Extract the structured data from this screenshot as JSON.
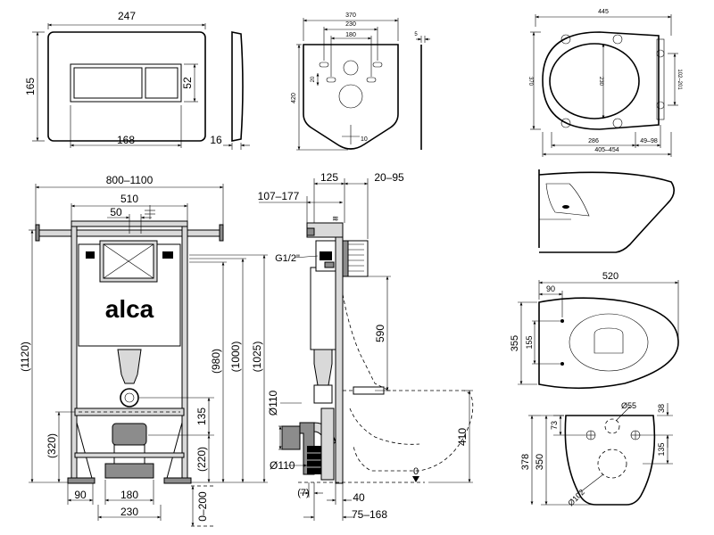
{
  "brand": {
    "logo_text": "alca"
  },
  "flush_plate": {
    "width": "247",
    "height": "165",
    "button_width": "168",
    "button_height": "52",
    "thickness": "16"
  },
  "mount_plate": {
    "width": "370",
    "hole_span": "230",
    "hole_center": "180",
    "height": "420",
    "thickness": "5",
    "small_20": "20",
    "small_10": "10"
  },
  "seat": {
    "width": "445",
    "depth": "370",
    "inner": "230",
    "hinge_span": "286",
    "hinge_range": "49–98",
    "overall_range": "405–454",
    "hinge_depth": "102–201"
  },
  "bowl_top": {
    "length": "520",
    "offset": "90",
    "depth": "355",
    "hole_spacing": "155"
  },
  "bowl_front": {
    "pipe_d": "Ø55",
    "top_offset": "38",
    "v73": "73",
    "v135": "135",
    "v350": "350",
    "v378": "378",
    "outlet_d": "Ø102"
  },
  "frame_front": {
    "width_range": "800–1100",
    "width": "510",
    "top_offset": "50",
    "h1120": "(1120)",
    "h980": "(980)",
    "h1000": "(1000)",
    "h1025": "(1025)",
    "h135": "135",
    "h220": "(220)",
    "h320": "(320)",
    "b90": "90",
    "b180": "180",
    "b230": "230",
    "floor_range": "0–200"
  },
  "frame_side": {
    "d125": "125",
    "d20_95": "20–95",
    "d107_177": "107–177",
    "g12": "G1/2\"",
    "d590": "590",
    "d110a": "Ø110",
    "d110b": "Ø110",
    "d410": "410",
    "zero": "0",
    "d7": "(7)",
    "d40": "40",
    "d75_168": "75–168"
  }
}
